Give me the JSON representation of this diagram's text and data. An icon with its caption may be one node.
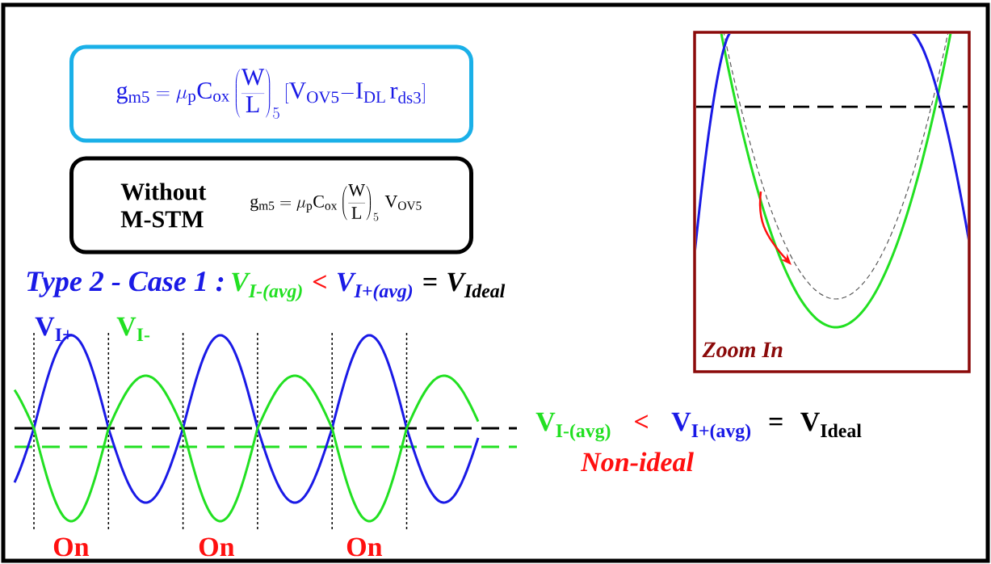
{
  "diagram": {
    "nodes": [
      {
        "text": [
          "\\mathrm{g}_{\\mathrm{m5}}=\\mu_{\\mathrm{p}}\\mathrm{C}_{\\mathrm{ox}}\\left(\\frac{\\mathrm{W}}{\\mathrm{L}}\\right)_{5}\\left[\\mathrm{V}_{\\mathrm{OV5}}\\mathrm{-}\\mathrm{I}_{\\mathrm{DL}}\\,\\mathrm{r}_{\\mathrm{ds3}}\\right]"
        ]
      },
      {
        "text": [
          "Without M-STM",
          "\\mathrm{g}_{\\mathrm{m5}}=\\mu_{\\mathrm{p}}\\mathrm{C}_{\\mathrm{ox}}\\left(\\frac{\\mathrm{W}}{\\mathrm{L}}\\right)_{5}\\,\\mathrm{V}_{\\mathrm{OV5}}"
        ]
      },
      {
        "text": [
          "Zoom In"
        ]
      }
    ],
    "labels": [
      "Type 2 - Case 1 :",
      "V$_{I-(avg)}$",
      "<",
      "V$_{I+(avg)}$",
      "=",
      "V$_{Ideal}$",
      "V$_{I+}$",
      "V$_{I-}$",
      "V$_{I-(avg)}$",
      "<",
      "V$_{I+(avg)}$",
      "=",
      "V$_{Ideal}$",
      "Non-ideal",
      "On",
      "On",
      "On"
    ]
  }
}
